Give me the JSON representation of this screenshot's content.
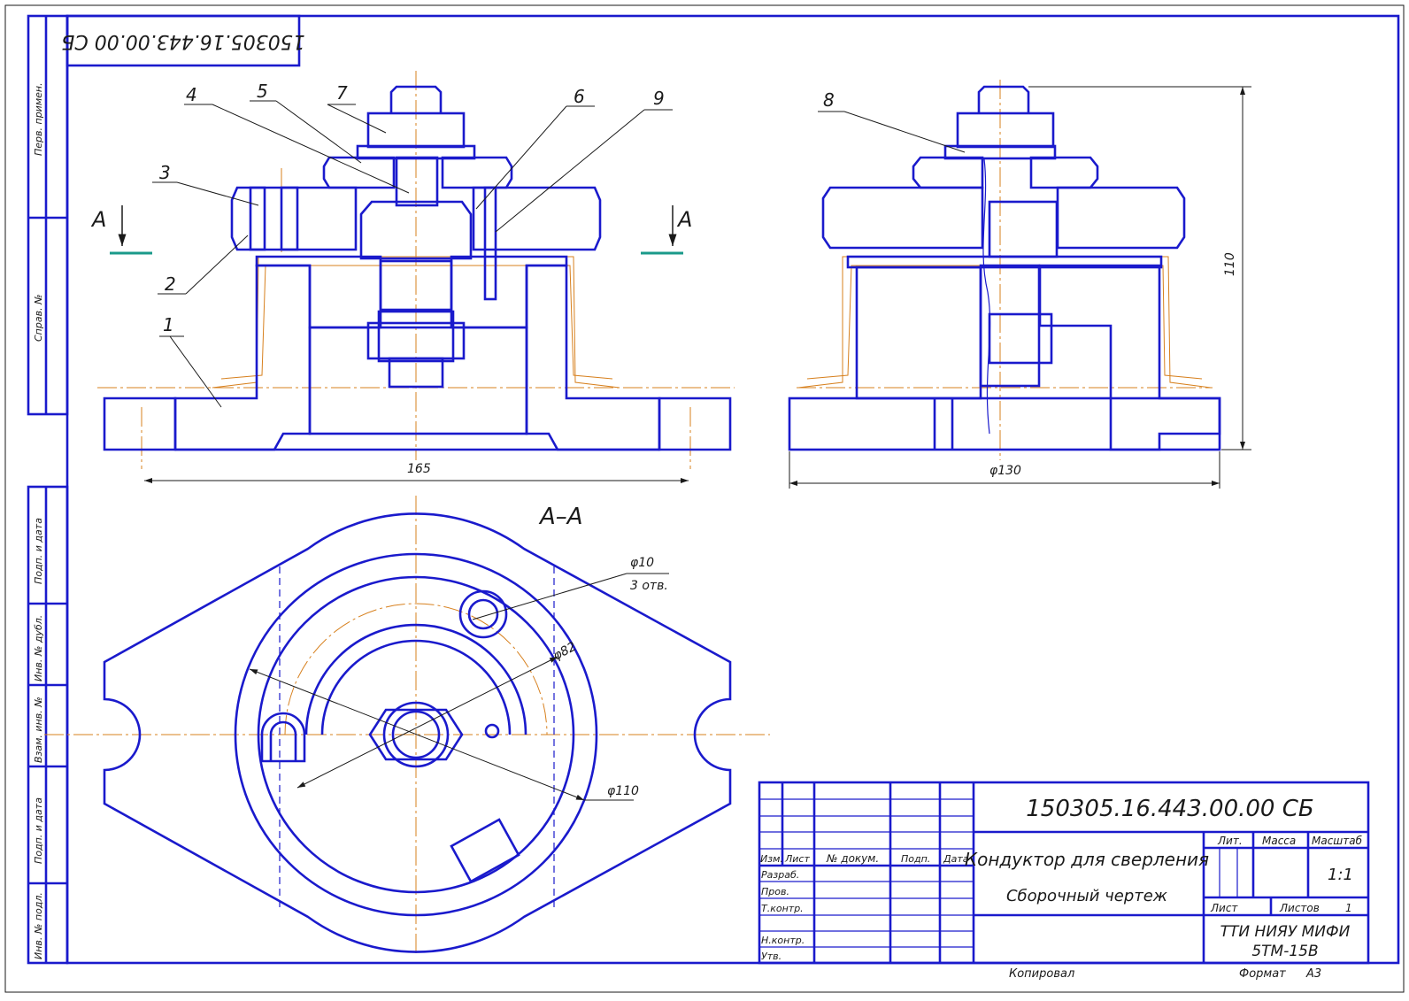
{
  "doc_code_rotated": "150305.16.443.00.00 СБ",
  "side_columns": {
    "upper": [
      "Перв. примен.",
      "Справ. №"
    ],
    "lower": [
      "Подп. и дата",
      "Инв. № дубл.",
      "Взам. инв. №",
      "Подп. и дата",
      "Инв. № подл."
    ]
  },
  "part_numbers": [
    "1",
    "2",
    "3",
    "4",
    "5",
    "6",
    "7",
    "8",
    "9"
  ],
  "section_marker": "А",
  "section_title": "А–А",
  "dimensions": {
    "width_front": "165",
    "dia_side": "φ130",
    "height_side": "110",
    "hole_dia": "φ10",
    "hole_count": "3 отв.",
    "circle_82": "φ82",
    "circle_110": "φ110"
  },
  "title_block": {
    "code": "150305.16.443.00.00 СБ",
    "name": "Кондуктор для сверления",
    "doc_type": "Сборочный чертеж",
    "headers": [
      "Изм.",
      "Лист",
      "№ докум.",
      "Подп.",
      "Дата"
    ],
    "roles": [
      "Разраб.",
      "Пров.",
      "Т.контр.",
      "Н.контр.",
      "Утв."
    ],
    "lit_label": "Лит.",
    "mass_label": "Масса",
    "scale_label": "Масштаб",
    "scale_value": "1:1",
    "sheet_label": "Лист",
    "sheets_label": "Листов",
    "sheets_value": "1",
    "org_line1": "ТТИ НИЯУ МИФИ",
    "org_line2": "5ТМ-15В",
    "copied_label": "Копировал",
    "format_label": "Формат",
    "format_value": "А3"
  },
  "colors": {
    "line": "#1a1acc",
    "axis": "#d7801e",
    "text": "#1a1a1a",
    "cut_plane": "#1a9a8a"
  }
}
